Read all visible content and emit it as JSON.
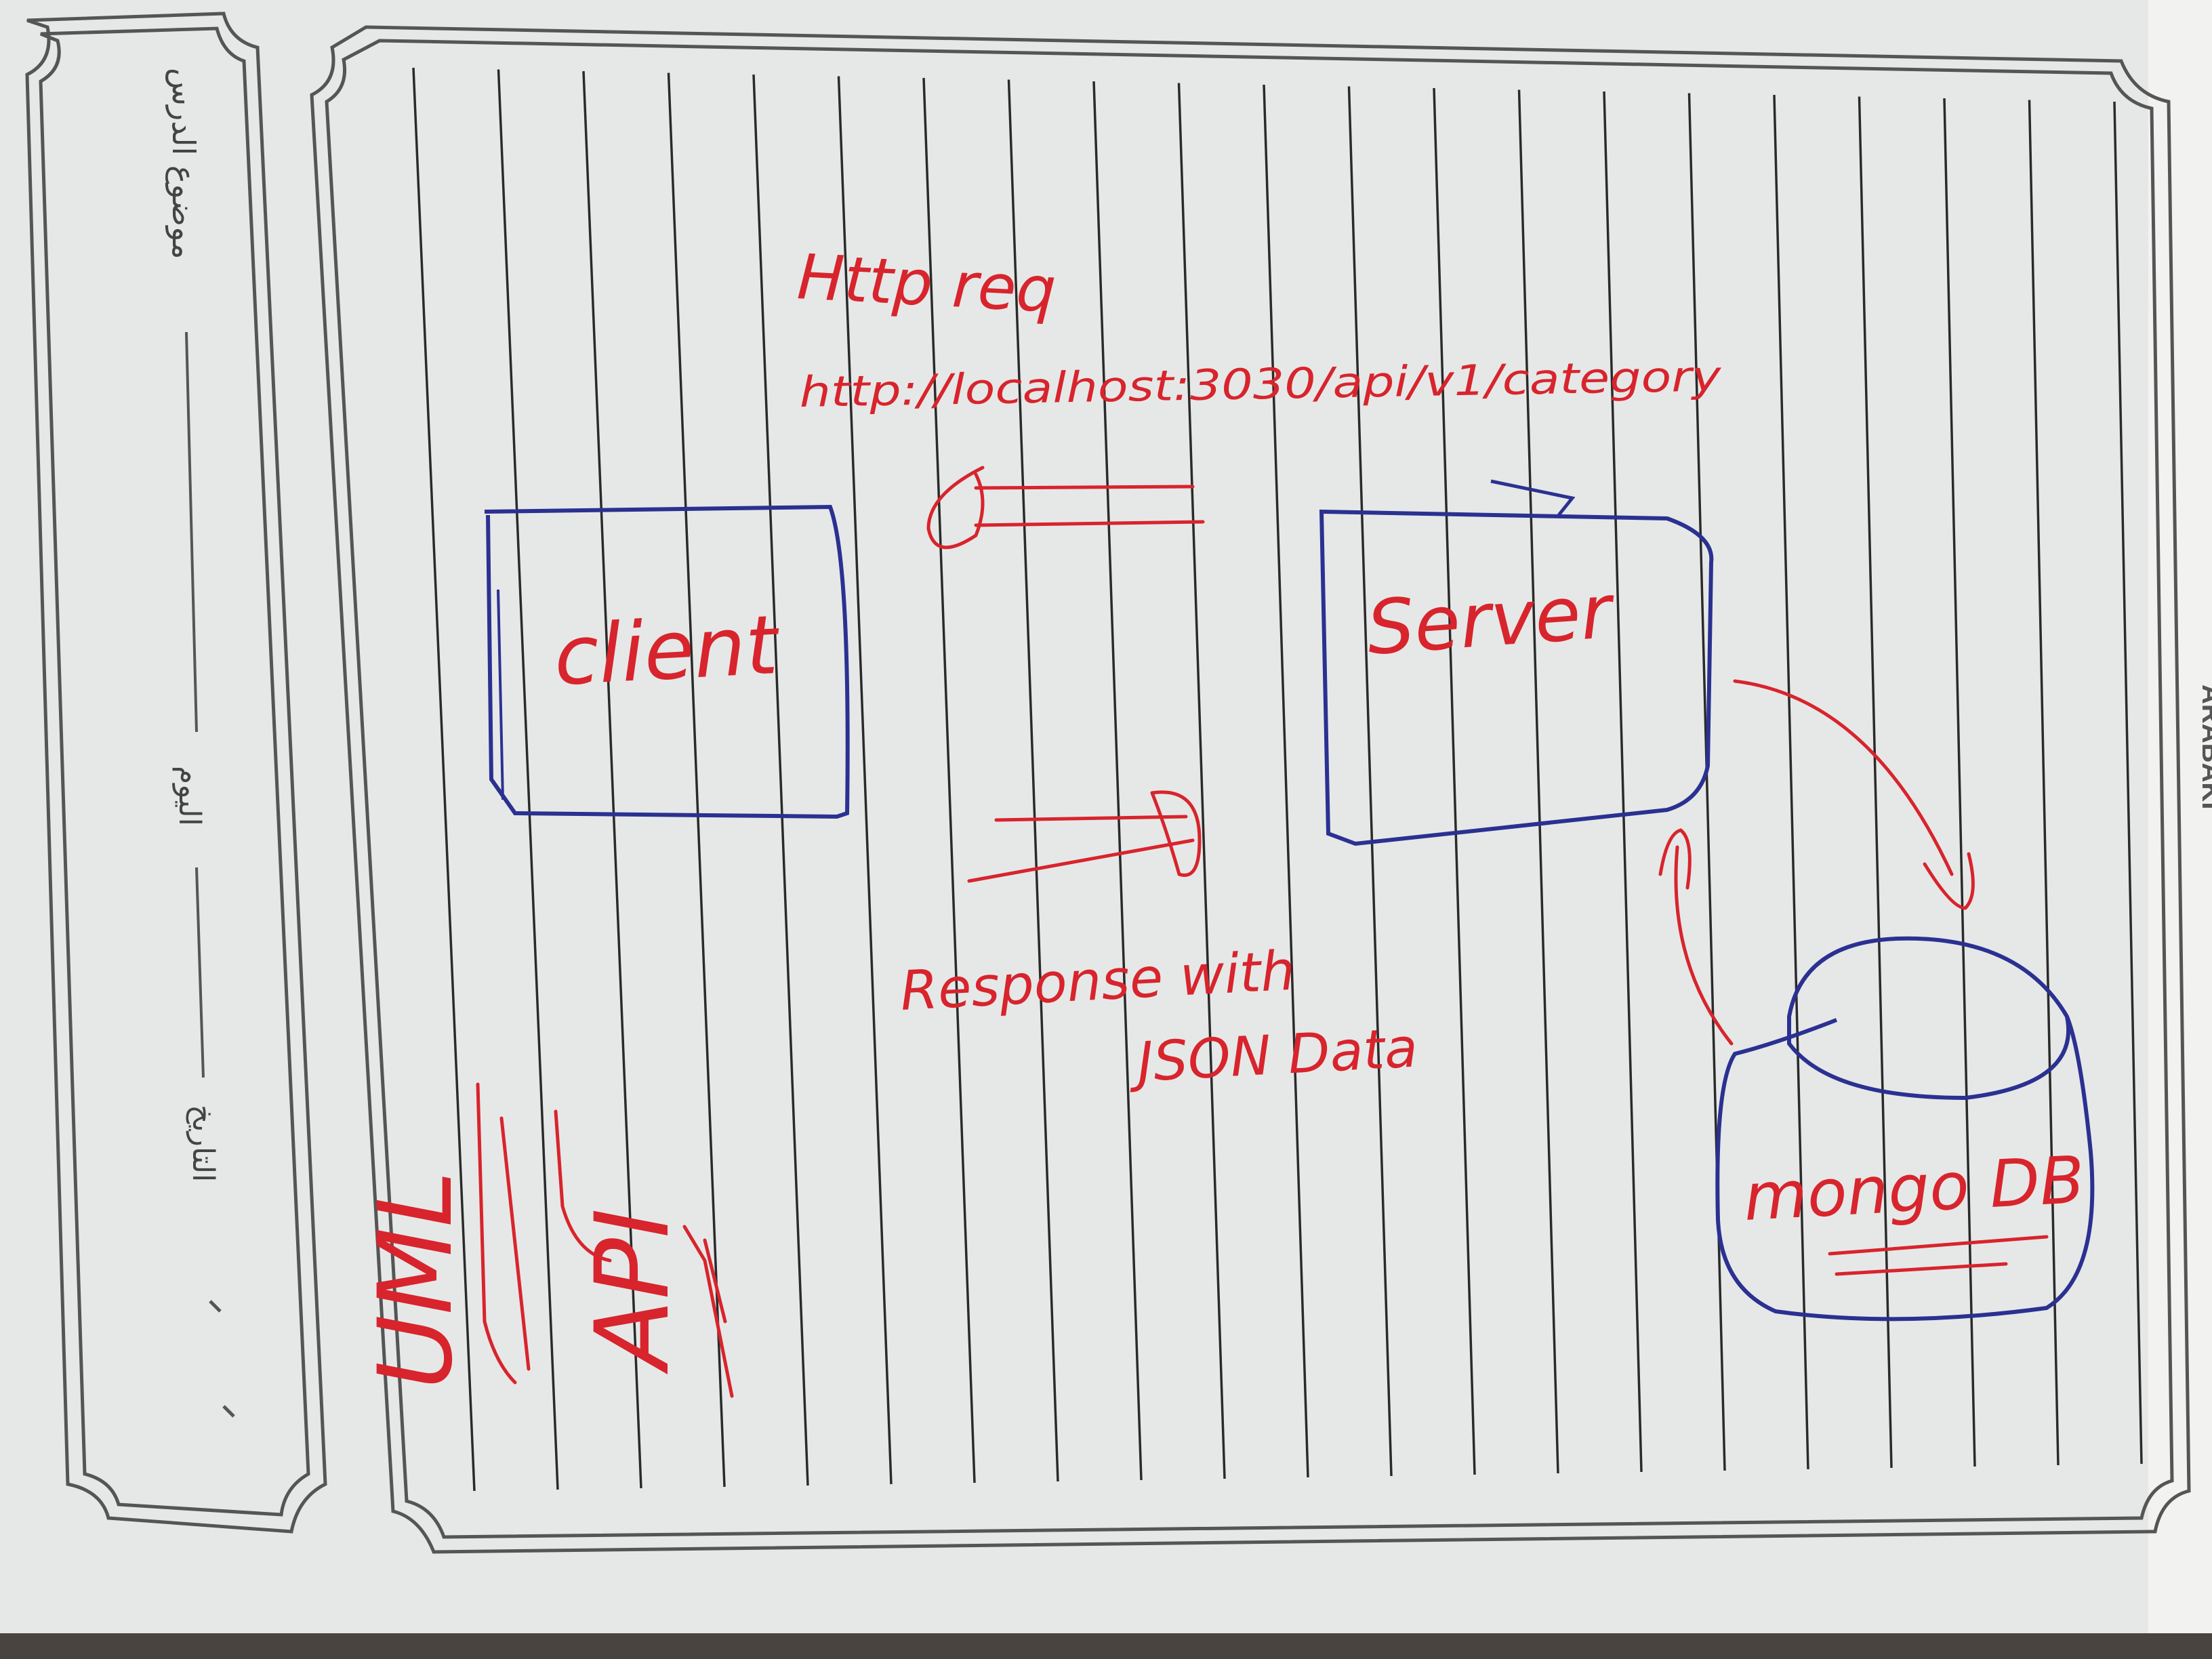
{
  "sidebar": {
    "lesson_topic_label": "موضوع الدرس",
    "day_label": "اليوم",
    "date_label": "التاريخ"
  },
  "brand": {
    "imprint": "ARABAKI"
  },
  "diagram": {
    "request_title": "Http req",
    "request_url": "http://localhost:3030/api/v1/category",
    "client_label": "client",
    "server_label": "Server",
    "database_label": "mongo DB",
    "response_line1": "Response with",
    "response_line2": "JSON Data",
    "uml_label": "UML",
    "api_label": "API"
  },
  "colors": {
    "ink_red": "#d8242c",
    "ink_blue": "#2b3191",
    "paper": "#eceeee",
    "rule_lines": "#2a2a2a",
    "frame": "#555555"
  }
}
